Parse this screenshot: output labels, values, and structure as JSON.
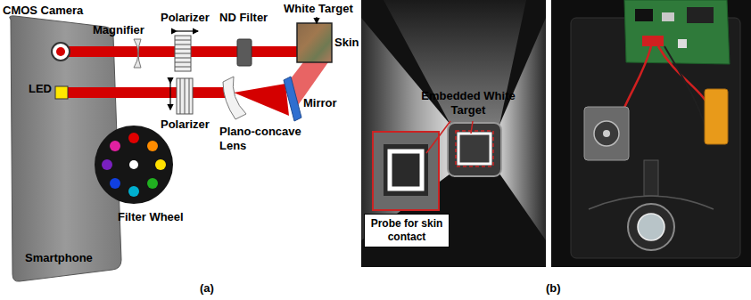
{
  "diagram": {
    "nodes": [
      {
        "text": [
          "Probe for skin contact"
        ]
      }
    ],
    "labels": [
      "CMOS Camera",
      "Magnifier",
      "Polarizer",
      "ND Filter",
      "White Target",
      "Skin",
      "LED",
      "Polarizer",
      "Plano-concave Lens",
      "Mirror",
      "Filter Wheel",
      "Smartphone",
      "(a)",
      "Embedded White Target",
      "(b)"
    ]
  }
}
